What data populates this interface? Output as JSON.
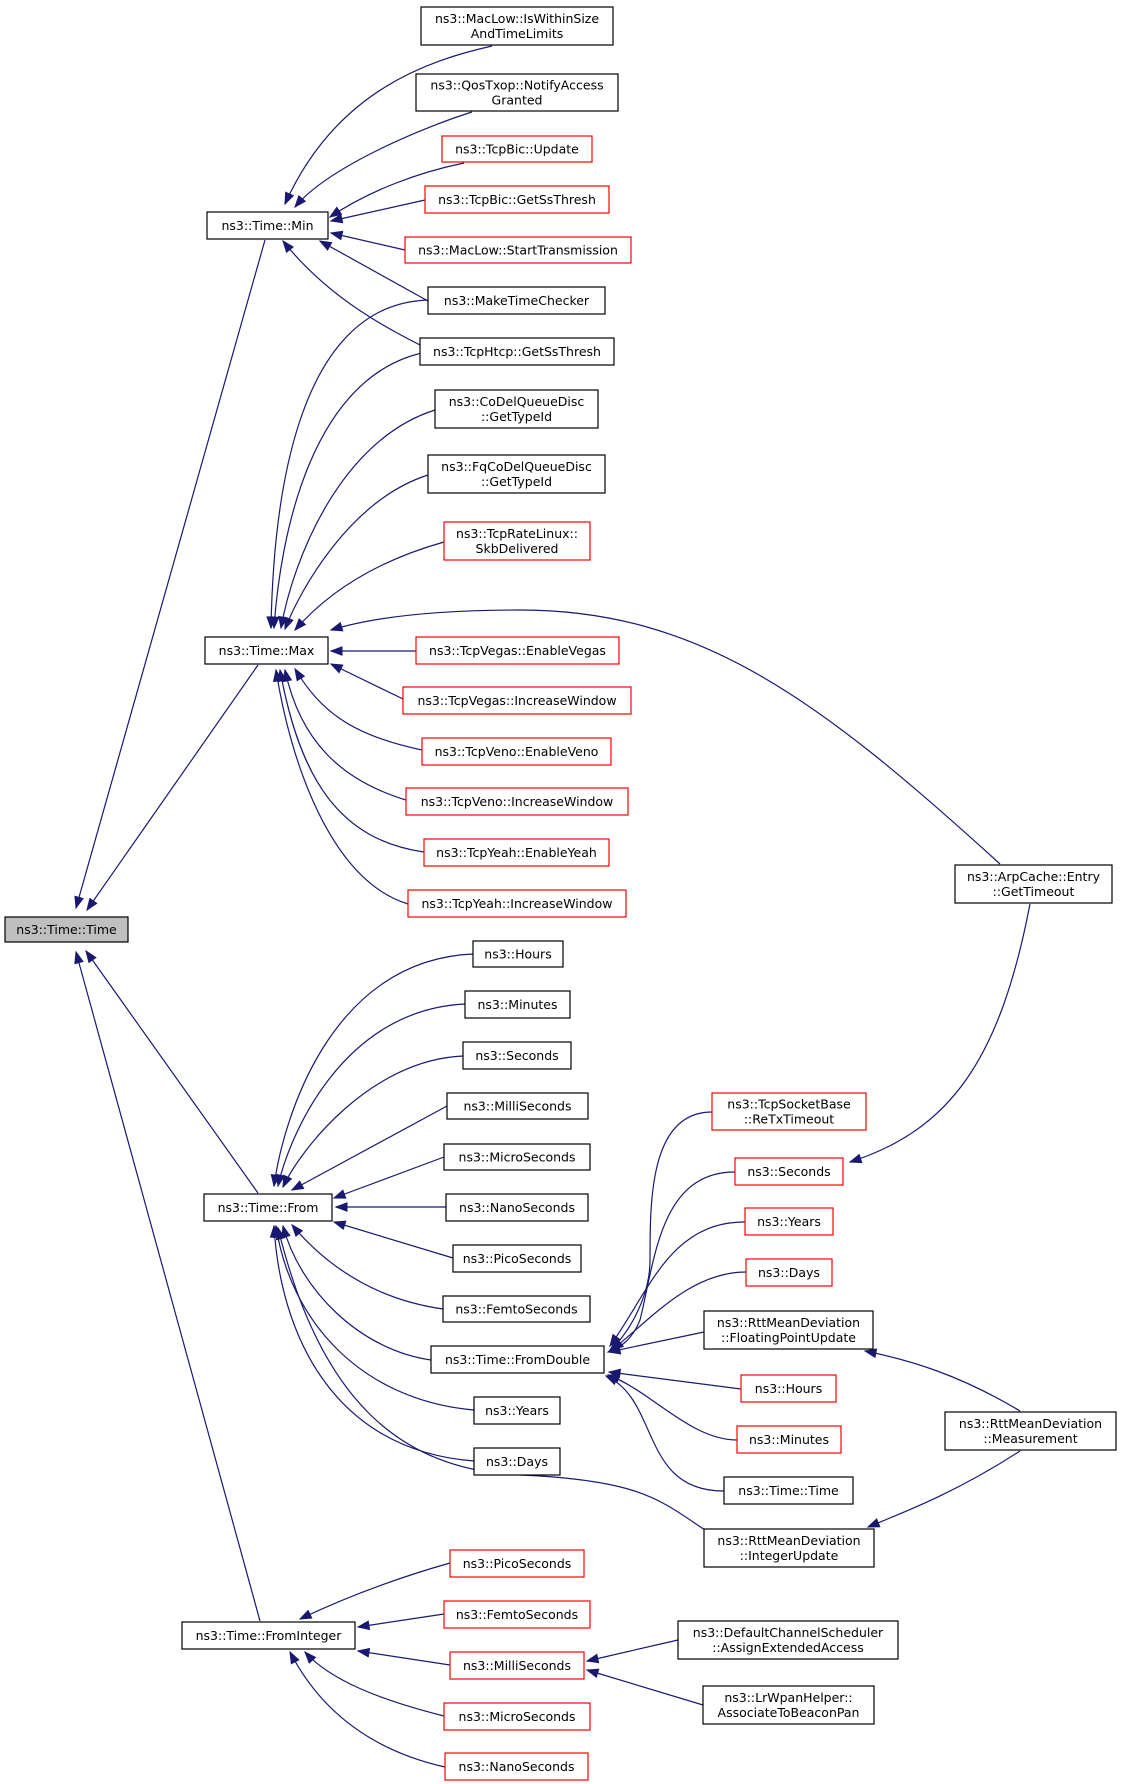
{
  "colors": {
    "edge": "#191970",
    "root_fill": "#bfbfbf",
    "node_border_black": "#000000",
    "node_border_red": "#ff0000",
    "node_fill": "#ffffff"
  },
  "nodes": [
    {
      "id": "n0",
      "lines": [
        "ns3::Time::Time"
      ],
      "style": "root"
    },
    {
      "id": "n1",
      "lines": [
        "ns3::Time::Min"
      ],
      "style": "black"
    },
    {
      "id": "n2",
      "lines": [
        "ns3::Time::Max"
      ],
      "style": "black"
    },
    {
      "id": "n3",
      "lines": [
        "ns3::Time::From"
      ],
      "style": "black"
    },
    {
      "id": "n4",
      "lines": [
        "ns3::Time::FromInteger"
      ],
      "style": "black"
    },
    {
      "id": "n5",
      "lines": [
        "ns3::MacLow::IsWithinSize",
        "AndTimeLimits"
      ],
      "style": "black"
    },
    {
      "id": "n6",
      "lines": [
        "ns3::QosTxop::NotifyAccess",
        "Granted"
      ],
      "style": "black"
    },
    {
      "id": "n7",
      "lines": [
        "ns3::TcpBic::Update"
      ],
      "style": "red"
    },
    {
      "id": "n8",
      "lines": [
        "ns3::TcpBic::GetSsThresh"
      ],
      "style": "red"
    },
    {
      "id": "n9",
      "lines": [
        "ns3::MacLow::StartTransmission"
      ],
      "style": "red"
    },
    {
      "id": "n10",
      "lines": [
        "ns3::MakeTimeChecker"
      ],
      "style": "black"
    },
    {
      "id": "n11",
      "lines": [
        "ns3::TcpHtcp::GetSsThresh"
      ],
      "style": "black"
    },
    {
      "id": "n12",
      "lines": [
        "ns3::CoDelQueueDisc",
        "::GetTypeId"
      ],
      "style": "black"
    },
    {
      "id": "n13",
      "lines": [
        "ns3::FqCoDelQueueDisc",
        "::GetTypeId"
      ],
      "style": "black"
    },
    {
      "id": "n14",
      "lines": [
        "ns3::TcpRateLinux::",
        "SkbDelivered"
      ],
      "style": "red"
    },
    {
      "id": "n15",
      "lines": [
        "ns3::TcpVegas::EnableVegas"
      ],
      "style": "red"
    },
    {
      "id": "n16",
      "lines": [
        "ns3::TcpVegas::IncreaseWindow"
      ],
      "style": "red"
    },
    {
      "id": "n17",
      "lines": [
        "ns3::TcpVeno::EnableVeno"
      ],
      "style": "red"
    },
    {
      "id": "n18",
      "lines": [
        "ns3::TcpVeno::IncreaseWindow"
      ],
      "style": "red"
    },
    {
      "id": "n19",
      "lines": [
        "ns3::TcpYeah::EnableYeah"
      ],
      "style": "red"
    },
    {
      "id": "n20",
      "lines": [
        "ns3::TcpYeah::IncreaseWindow"
      ],
      "style": "red"
    },
    {
      "id": "n21",
      "lines": [
        "ns3::ArpCache::Entry",
        "::GetTimeout"
      ],
      "style": "black"
    },
    {
      "id": "n22",
      "lines": [
        "ns3::Hours"
      ],
      "style": "black"
    },
    {
      "id": "n23",
      "lines": [
        "ns3::Minutes"
      ],
      "style": "black"
    },
    {
      "id": "n24",
      "lines": [
        "ns3::Seconds"
      ],
      "style": "black"
    },
    {
      "id": "n25",
      "lines": [
        "ns3::MilliSeconds"
      ],
      "style": "black"
    },
    {
      "id": "n26",
      "lines": [
        "ns3::MicroSeconds"
      ],
      "style": "black"
    },
    {
      "id": "n27",
      "lines": [
        "ns3::NanoSeconds"
      ],
      "style": "black"
    },
    {
      "id": "n28",
      "lines": [
        "ns3::PicoSeconds"
      ],
      "style": "black"
    },
    {
      "id": "n29",
      "lines": [
        "ns3::FemtoSeconds"
      ],
      "style": "black"
    },
    {
      "id": "n30",
      "lines": [
        "ns3::Time::FromDouble"
      ],
      "style": "black"
    },
    {
      "id": "n31",
      "lines": [
        "ns3::Years"
      ],
      "style": "black"
    },
    {
      "id": "n32",
      "lines": [
        "ns3::Days"
      ],
      "style": "black"
    },
    {
      "id": "n33",
      "lines": [
        "ns3::TcpSocketBase",
        "::ReTxTimeout"
      ],
      "style": "red"
    },
    {
      "id": "n34",
      "lines": [
        "ns3::Seconds"
      ],
      "style": "red"
    },
    {
      "id": "n35",
      "lines": [
        "ns3::Years"
      ],
      "style": "red"
    },
    {
      "id": "n36",
      "lines": [
        "ns3::Days"
      ],
      "style": "red"
    },
    {
      "id": "n37",
      "lines": [
        "ns3::RttMeanDeviation",
        "::FloatingPointUpdate"
      ],
      "style": "black"
    },
    {
      "id": "n38",
      "lines": [
        "ns3::Hours"
      ],
      "style": "red"
    },
    {
      "id": "n39",
      "lines": [
        "ns3::Minutes"
      ],
      "style": "red"
    },
    {
      "id": "n40",
      "lines": [
        "ns3::Time::Time"
      ],
      "style": "black"
    },
    {
      "id": "n41",
      "lines": [
        "ns3::RttMeanDeviation",
        "::IntegerUpdate"
      ],
      "style": "black"
    },
    {
      "id": "n42",
      "lines": [
        "ns3::RttMeanDeviation",
        "::Measurement"
      ],
      "style": "black"
    },
    {
      "id": "n43",
      "lines": [
        "ns3::PicoSeconds"
      ],
      "style": "red"
    },
    {
      "id": "n44",
      "lines": [
        "ns3::FemtoSeconds"
      ],
      "style": "red"
    },
    {
      "id": "n45",
      "lines": [
        "ns3::MilliSeconds"
      ],
      "style": "red"
    },
    {
      "id": "n46",
      "lines": [
        "ns3::MicroSeconds"
      ],
      "style": "red"
    },
    {
      "id": "n47",
      "lines": [
        "ns3::NanoSeconds"
      ],
      "style": "red"
    },
    {
      "id": "n48",
      "lines": [
        "ns3::DefaultChannelScheduler",
        "::AssignExtendedAccess"
      ],
      "style": "black"
    },
    {
      "id": "n49",
      "lines": [
        "ns3::LrWpanHelper::",
        "AssociateToBeaconPan"
      ],
      "style": "black"
    }
  ],
  "edges": [
    {
      "from": "n1",
      "to": "n0"
    },
    {
      "from": "n2",
      "to": "n0"
    },
    {
      "from": "n3",
      "to": "n0"
    },
    {
      "from": "n4",
      "to": "n0"
    },
    {
      "from": "n5",
      "to": "n1"
    },
    {
      "from": "n6",
      "to": "n1"
    },
    {
      "from": "n7",
      "to": "n1"
    },
    {
      "from": "n8",
      "to": "n1"
    },
    {
      "from": "n9",
      "to": "n1"
    },
    {
      "from": "n10",
      "to": "n1"
    },
    {
      "from": "n11",
      "to": "n1"
    },
    {
      "from": "n10",
      "to": "n2"
    },
    {
      "from": "n11",
      "to": "n2"
    },
    {
      "from": "n12",
      "to": "n2"
    },
    {
      "from": "n13",
      "to": "n2"
    },
    {
      "from": "n14",
      "to": "n2"
    },
    {
      "from": "n21",
      "to": "n2"
    },
    {
      "from": "n15",
      "to": "n2"
    },
    {
      "from": "n16",
      "to": "n2"
    },
    {
      "from": "n17",
      "to": "n2"
    },
    {
      "from": "n18",
      "to": "n2"
    },
    {
      "from": "n19",
      "to": "n2"
    },
    {
      "from": "n20",
      "to": "n2"
    },
    {
      "from": "n22",
      "to": "n3"
    },
    {
      "from": "n23",
      "to": "n3"
    },
    {
      "from": "n24",
      "to": "n3"
    },
    {
      "from": "n25",
      "to": "n3"
    },
    {
      "from": "n26",
      "to": "n3"
    },
    {
      "from": "n27",
      "to": "n3"
    },
    {
      "from": "n28",
      "to": "n3"
    },
    {
      "from": "n29",
      "to": "n3"
    },
    {
      "from": "n30",
      "to": "n3"
    },
    {
      "from": "n31",
      "to": "n3"
    },
    {
      "from": "n32",
      "to": "n3"
    },
    {
      "from": "n41",
      "to": "n3"
    },
    {
      "from": "n33",
      "to": "n30"
    },
    {
      "from": "n34",
      "to": "n30"
    },
    {
      "from": "n35",
      "to": "n30"
    },
    {
      "from": "n36",
      "to": "n30"
    },
    {
      "from": "n37",
      "to": "n30"
    },
    {
      "from": "n38",
      "to": "n30"
    },
    {
      "from": "n39",
      "to": "n30"
    },
    {
      "from": "n40",
      "to": "n30"
    },
    {
      "from": "n21",
      "to": "n34"
    },
    {
      "from": "n42",
      "to": "n37"
    },
    {
      "from": "n42",
      "to": "n41"
    },
    {
      "from": "n43",
      "to": "n4"
    },
    {
      "from": "n44",
      "to": "n4"
    },
    {
      "from": "n45",
      "to": "n4"
    },
    {
      "from": "n46",
      "to": "n4"
    },
    {
      "from": "n47",
      "to": "n4"
    },
    {
      "from": "n48",
      "to": "n45"
    },
    {
      "from": "n49",
      "to": "n45"
    }
  ]
}
